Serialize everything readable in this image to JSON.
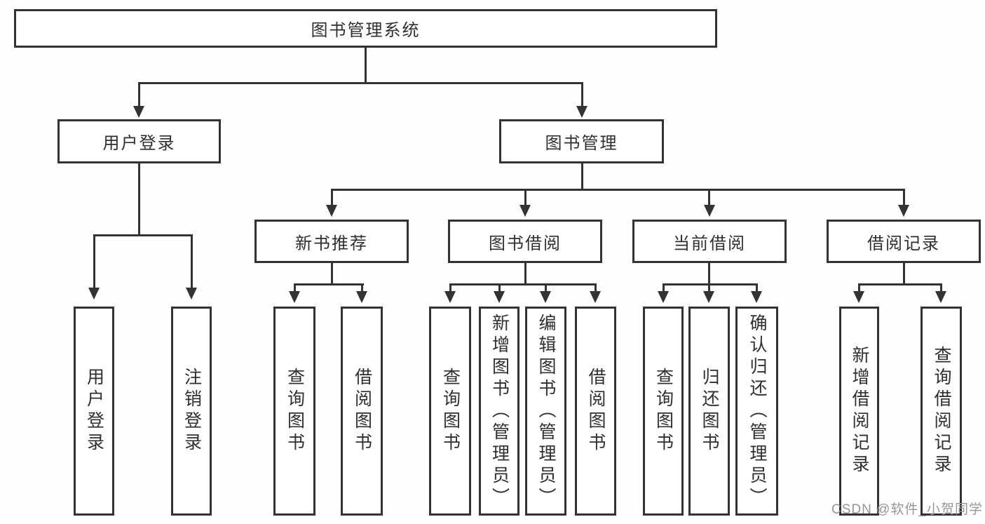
{
  "diagram": {
    "root": {
      "label": "图书管理系统"
    },
    "level2": [
      {
        "id": "user-login",
        "label": "用户登录"
      },
      {
        "id": "book-management",
        "label": "图书管理"
      }
    ],
    "level3": [
      {
        "id": "new-book-recommend",
        "label": "新书推荐",
        "parent": "book-management"
      },
      {
        "id": "book-borrowing",
        "label": "图书借阅",
        "parent": "book-management"
      },
      {
        "id": "current-borrowing",
        "label": "当前借阅",
        "parent": "book-management"
      },
      {
        "id": "borrowing-records",
        "label": "借阅记录",
        "parent": "book-management"
      }
    ],
    "leaves": [
      {
        "parent": "user-login",
        "label": "用户登录"
      },
      {
        "parent": "user-login",
        "label": "注销登录"
      },
      {
        "parent": "new-book-recommend",
        "label": "查询图书"
      },
      {
        "parent": "new-book-recommend",
        "label": "借阅图书"
      },
      {
        "parent": "book-borrowing",
        "label": "查询图书"
      },
      {
        "parent": "book-borrowing",
        "label": "新增图书（管理员）"
      },
      {
        "parent": "book-borrowing",
        "label": "编辑图书（管理员）"
      },
      {
        "parent": "book-borrowing",
        "label": "借阅图书"
      },
      {
        "parent": "current-borrowing",
        "label": "查询图书"
      },
      {
        "parent": "current-borrowing",
        "label": "归还图书"
      },
      {
        "parent": "current-borrowing",
        "label": "确认归还（管理员）"
      },
      {
        "parent": "borrowing-records",
        "label": "新增借阅记录"
      },
      {
        "parent": "borrowing-records",
        "label": "查询借阅记录"
      }
    ]
  },
  "watermark": {
    "text": "CSDN @软件_小贺同学"
  },
  "colors": {
    "line": "#333333",
    "node_bg": "#ffffff",
    "text": "#2f2f33",
    "watermark": "#95959d"
  }
}
